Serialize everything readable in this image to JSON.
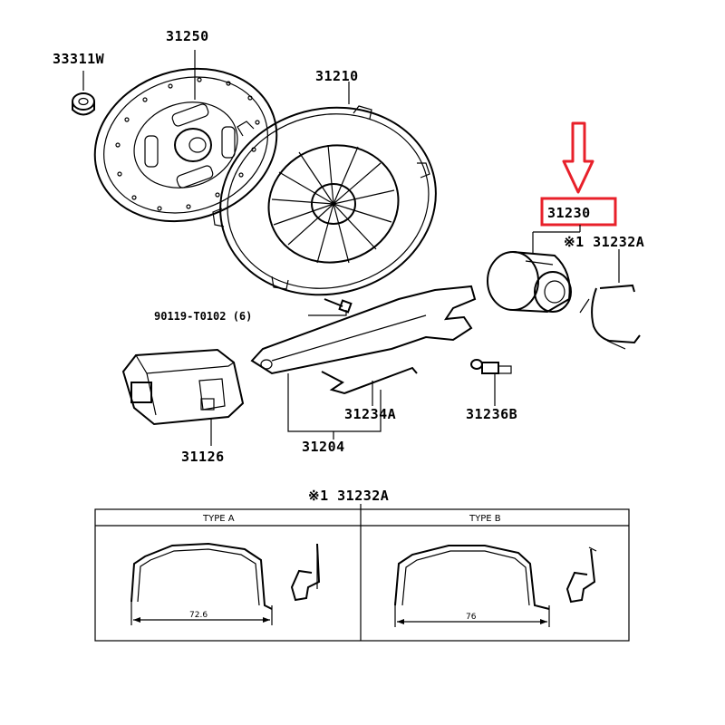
{
  "parts": {
    "bearing_pilot": "33311W",
    "clutch_disc": "31250",
    "clutch_cover": "31210",
    "release_bearing": "31230",
    "release_clip": "※1 31232A",
    "bolt": "90119-T0102 (6)",
    "release_fork": "31204",
    "fork_spring": "31234A",
    "pivot_bolt": "31236B",
    "boot": "31126"
  },
  "detail": {
    "title": "※1 31232A",
    "type_a": {
      "header": "TYPE A",
      "dimension": "72.6"
    },
    "type_b": {
      "header": "TYPE B",
      "dimension": "76"
    }
  },
  "highlight": {
    "color": "#e8202a",
    "target_label": "31230"
  }
}
